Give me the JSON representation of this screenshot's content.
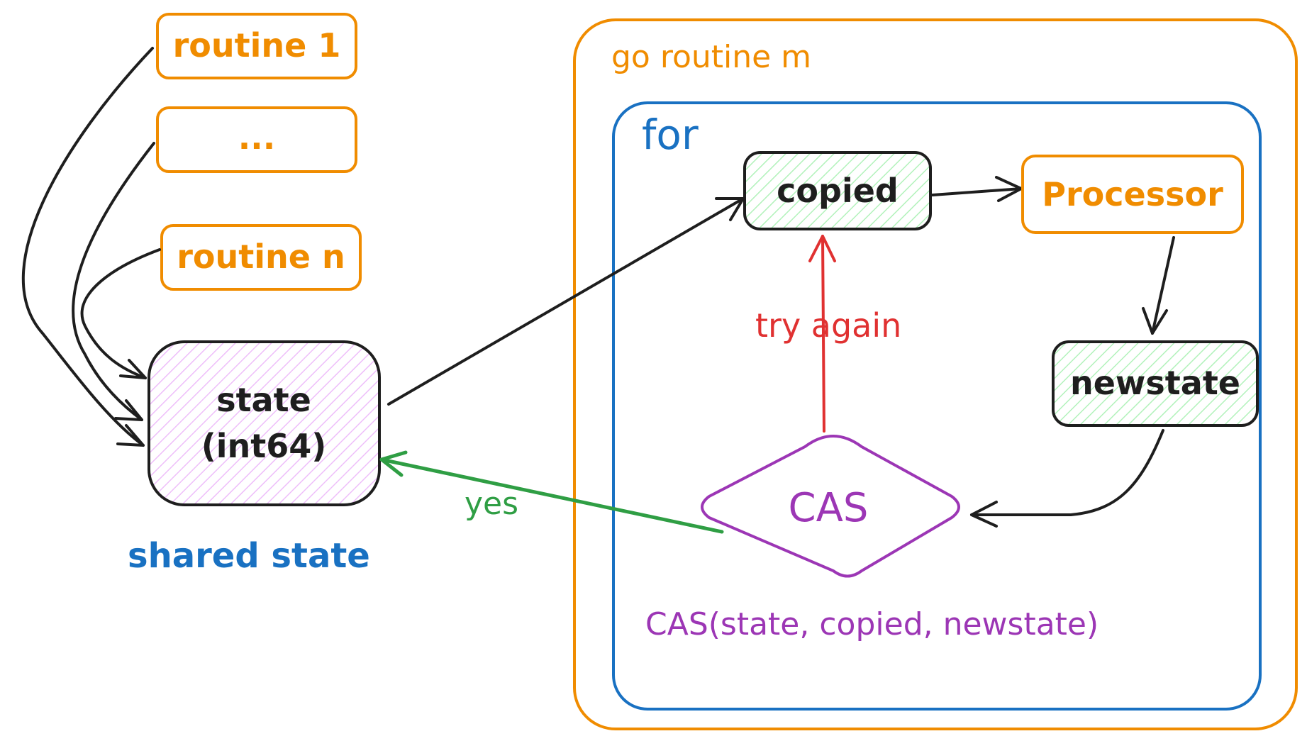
{
  "routines": {
    "r1": "routine 1",
    "ellipsis": "...",
    "rn": "routine n"
  },
  "shared": {
    "state_line1": "state",
    "state_line2": "(int64)",
    "caption": "shared state"
  },
  "go_routine": {
    "title": "go routine m",
    "loop_label": "for",
    "copied": "copied",
    "processor": "Processor",
    "newstate": "newstate",
    "cas": "CAS",
    "cas_call": "CAS(state, copied, newstate)",
    "retry_label": "try again",
    "success_label": "yes"
  },
  "colors": {
    "orange": "#f08c00",
    "blue": "#1971c2",
    "black": "#1e1e1e",
    "green": "#2f9e44",
    "green_fill": "#b2f2bb",
    "purple": "#9c36b5",
    "purple_fill": "#eebefa",
    "red": "#e03131"
  }
}
